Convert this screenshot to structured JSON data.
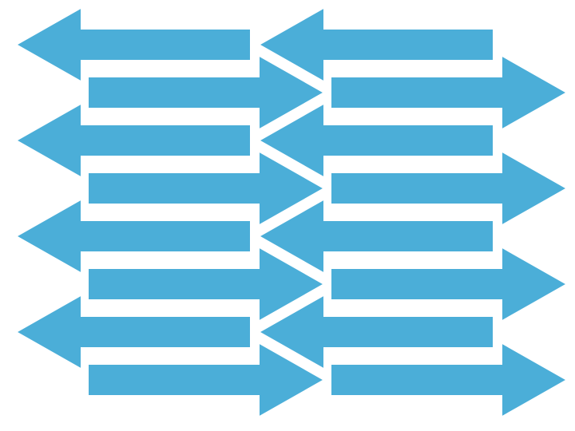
{
  "diagram": {
    "colors": {
      "arrow_fill": "#4BAED8",
      "arrow_outline": "#FFFFFF",
      "background": "#FFFFFF"
    },
    "arrows": [
      {
        "column": 1,
        "row": 1,
        "direction": "left"
      },
      {
        "column": 2,
        "row": 1,
        "direction": "left"
      },
      {
        "column": 1,
        "row": 2,
        "direction": "right"
      },
      {
        "column": 2,
        "row": 2,
        "direction": "right"
      },
      {
        "column": 1,
        "row": 3,
        "direction": "left"
      },
      {
        "column": 2,
        "row": 3,
        "direction": "left"
      },
      {
        "column": 1,
        "row": 4,
        "direction": "right"
      },
      {
        "column": 2,
        "row": 4,
        "direction": "right"
      },
      {
        "column": 1,
        "row": 5,
        "direction": "left"
      },
      {
        "column": 2,
        "row": 5,
        "direction": "left"
      },
      {
        "column": 1,
        "row": 6,
        "direction": "right"
      },
      {
        "column": 2,
        "row": 6,
        "direction": "right"
      },
      {
        "column": 1,
        "row": 7,
        "direction": "left"
      },
      {
        "column": 2,
        "row": 7,
        "direction": "left"
      },
      {
        "column": 1,
        "row": 8,
        "direction": "right"
      },
      {
        "column": 2,
        "row": 8,
        "direction": "right"
      }
    ]
  }
}
